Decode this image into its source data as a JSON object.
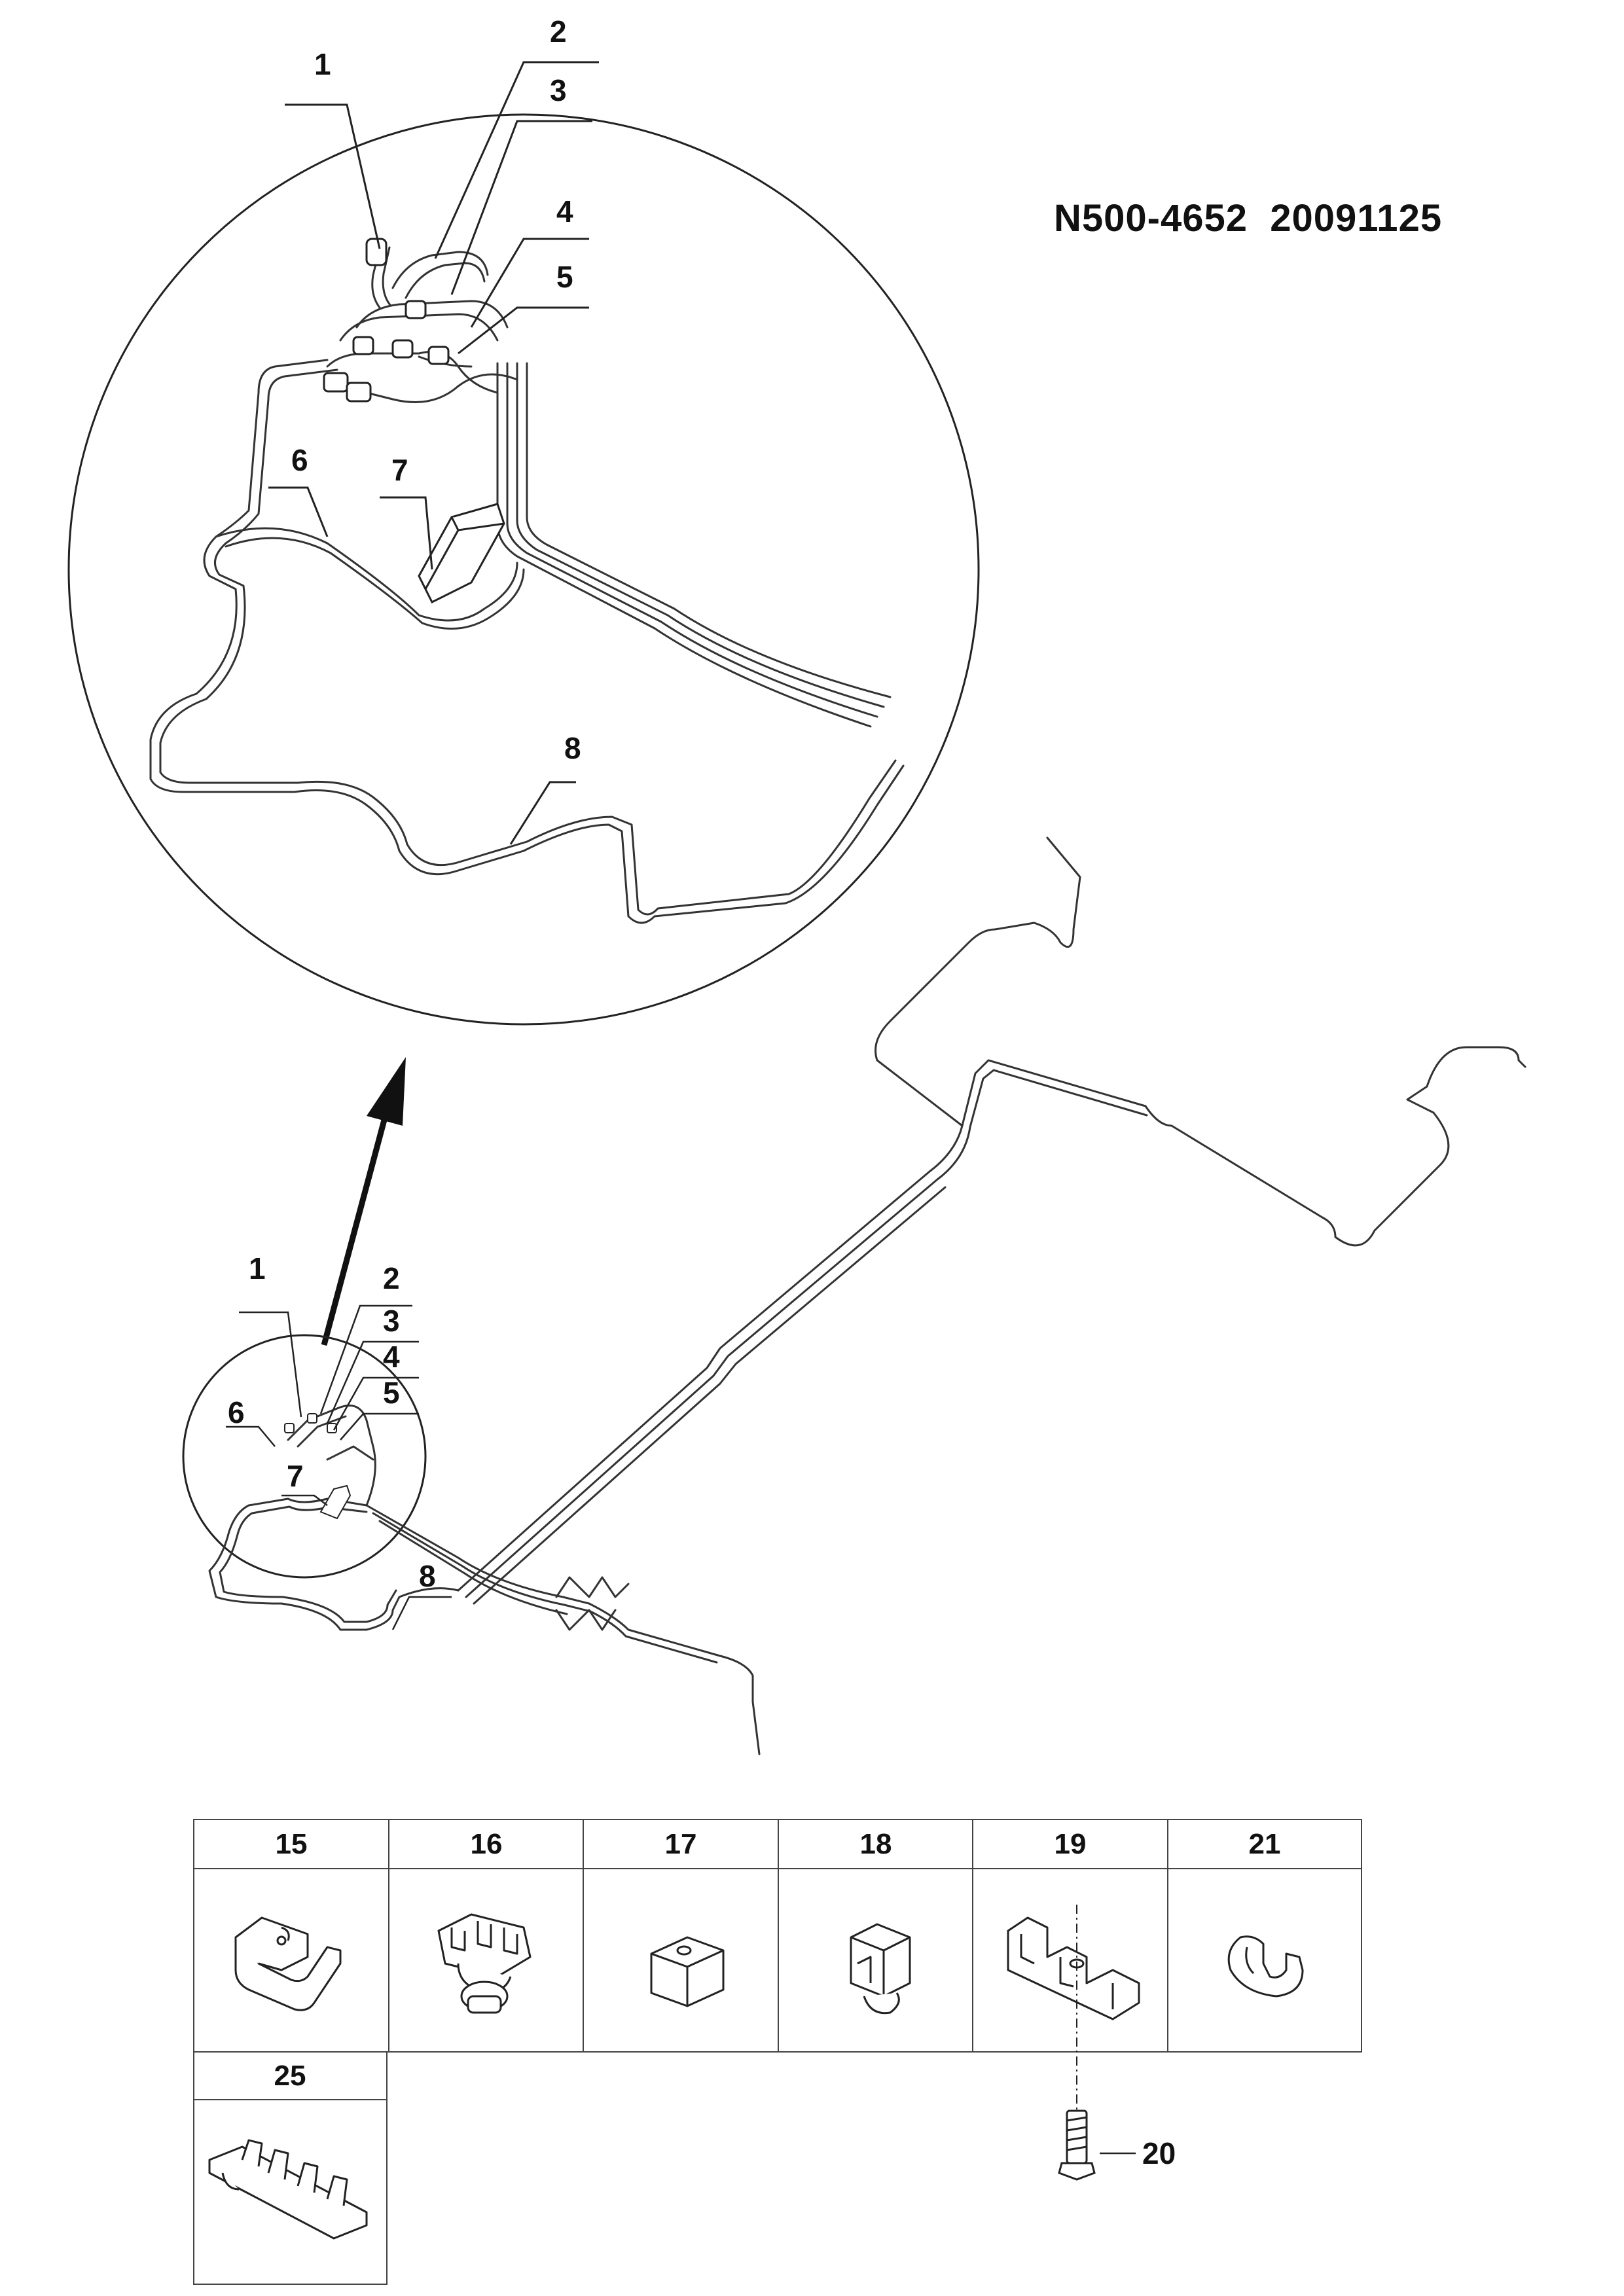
{
  "drawing_code": "N500-4652  20091125",
  "callouts_detail": [
    "1",
    "2",
    "3",
    "4",
    "5",
    "6",
    "7",
    "8"
  ],
  "callouts_overview": [
    "1",
    "2",
    "3",
    "4",
    "5",
    "6",
    "7",
    "8"
  ],
  "parts_table": {
    "row1": [
      "15",
      "16",
      "17",
      "18",
      "19",
      "21"
    ],
    "row2": [
      "25"
    ]
  },
  "bolt_label": "20",
  "icons": {
    "arrow": "zoom-arrow-icon",
    "bolt": "bolt-icon"
  }
}
